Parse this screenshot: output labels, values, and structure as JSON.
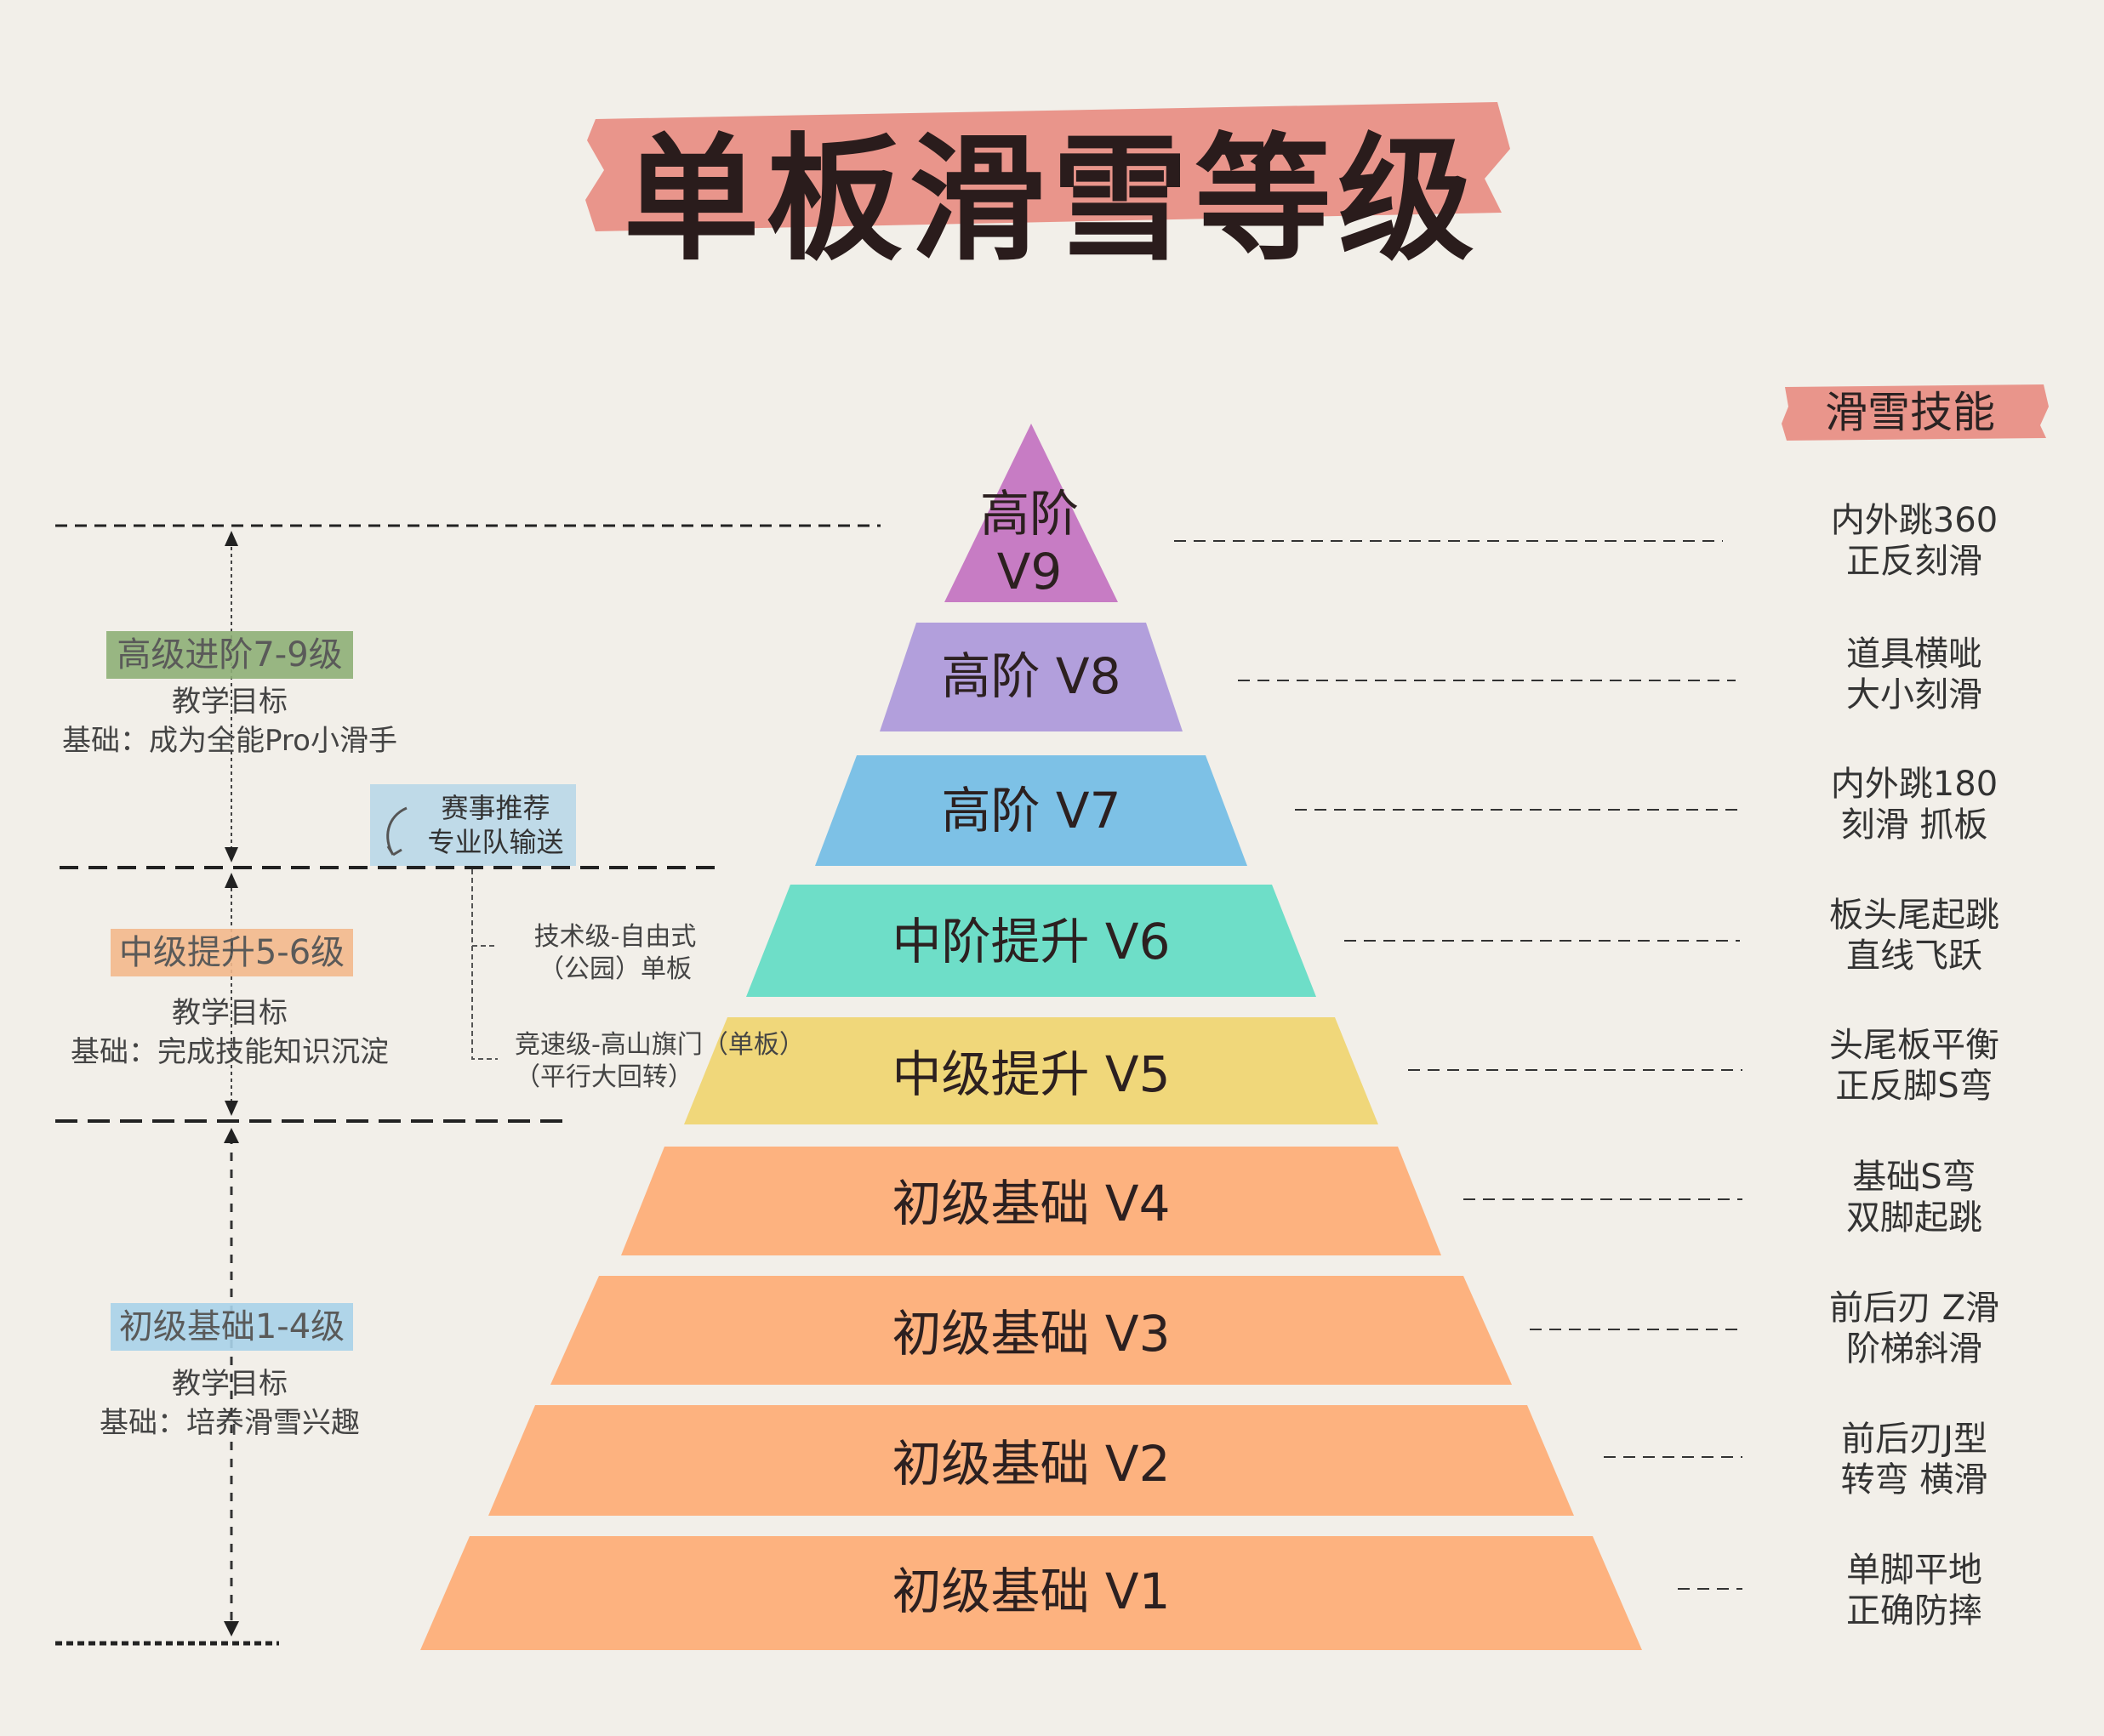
{
  "title": "单板滑雪等级",
  "skills_header": "滑雪技能",
  "levels": [
    {
      "label_line1": "高阶",
      "label_line2": "V9",
      "color": "#c77cc4",
      "skills": [
        "内外跳360",
        "正反刻滑"
      ]
    },
    {
      "label": "高阶 V8",
      "color": "#b29fdc",
      "skills": [
        "道具横呲",
        "大小刻滑"
      ]
    },
    {
      "label": "高阶 V7",
      "color": "#7dc1e6",
      "skills": [
        "内外跳180",
        "刻滑 抓板"
      ]
    },
    {
      "label": "中阶提升 V6",
      "color": "#6edec8",
      "skills": [
        "板头尾起跳",
        "直线飞跃"
      ]
    },
    {
      "label": "中级提升 V5",
      "color": "#f0d77a",
      "skills": [
        "头尾板平衡",
        "正反脚S弯"
      ]
    },
    {
      "label": "初级基础 V4",
      "color": "#fdb27f",
      "skills": [
        "基础S弯",
        "双脚起跳"
      ]
    },
    {
      "label": "初级基础 V3",
      "color": "#fdb27f",
      "skills": [
        "前后刃 Z滑",
        "阶梯斜滑"
      ]
    },
    {
      "label": "初级基础 V2",
      "color": "#fdb27f",
      "skills": [
        "前后刃J型",
        "转弯 横滑"
      ]
    },
    {
      "label": "初级基础 V1",
      "color": "#fdb27f",
      "skills": [
        "单脚平地",
        "正确防摔"
      ]
    }
  ],
  "tiers": [
    {
      "label": "高级进阶7-9级",
      "highlight": "#8fb077",
      "goal_title": "教学目标",
      "goal": "基础：成为全能Pro小滑手"
    },
    {
      "label": "中级提升5-6级",
      "highlight": "#f4b98d",
      "goal_title": "教学目标",
      "goal": "基础：完成技能知识沉淀"
    },
    {
      "label": "初级基础1-4级",
      "highlight": "#a9d3ea",
      "goal_title": "教学目标",
      "goal": "基础：培养滑雪兴趣"
    }
  ],
  "event_box": {
    "line1": "赛事推荐",
    "line2": "专业队输送"
  },
  "branches": [
    {
      "line1": "技术级-自由式",
      "line2": "（公园）单板"
    },
    {
      "line1": "竞速级-高山旗门（单板）",
      "line2": "（平行大回转）"
    }
  ],
  "colors": {
    "title_brush": "#e8857a",
    "event_box": "#b6d6e8",
    "background": "#f2efe9"
  }
}
